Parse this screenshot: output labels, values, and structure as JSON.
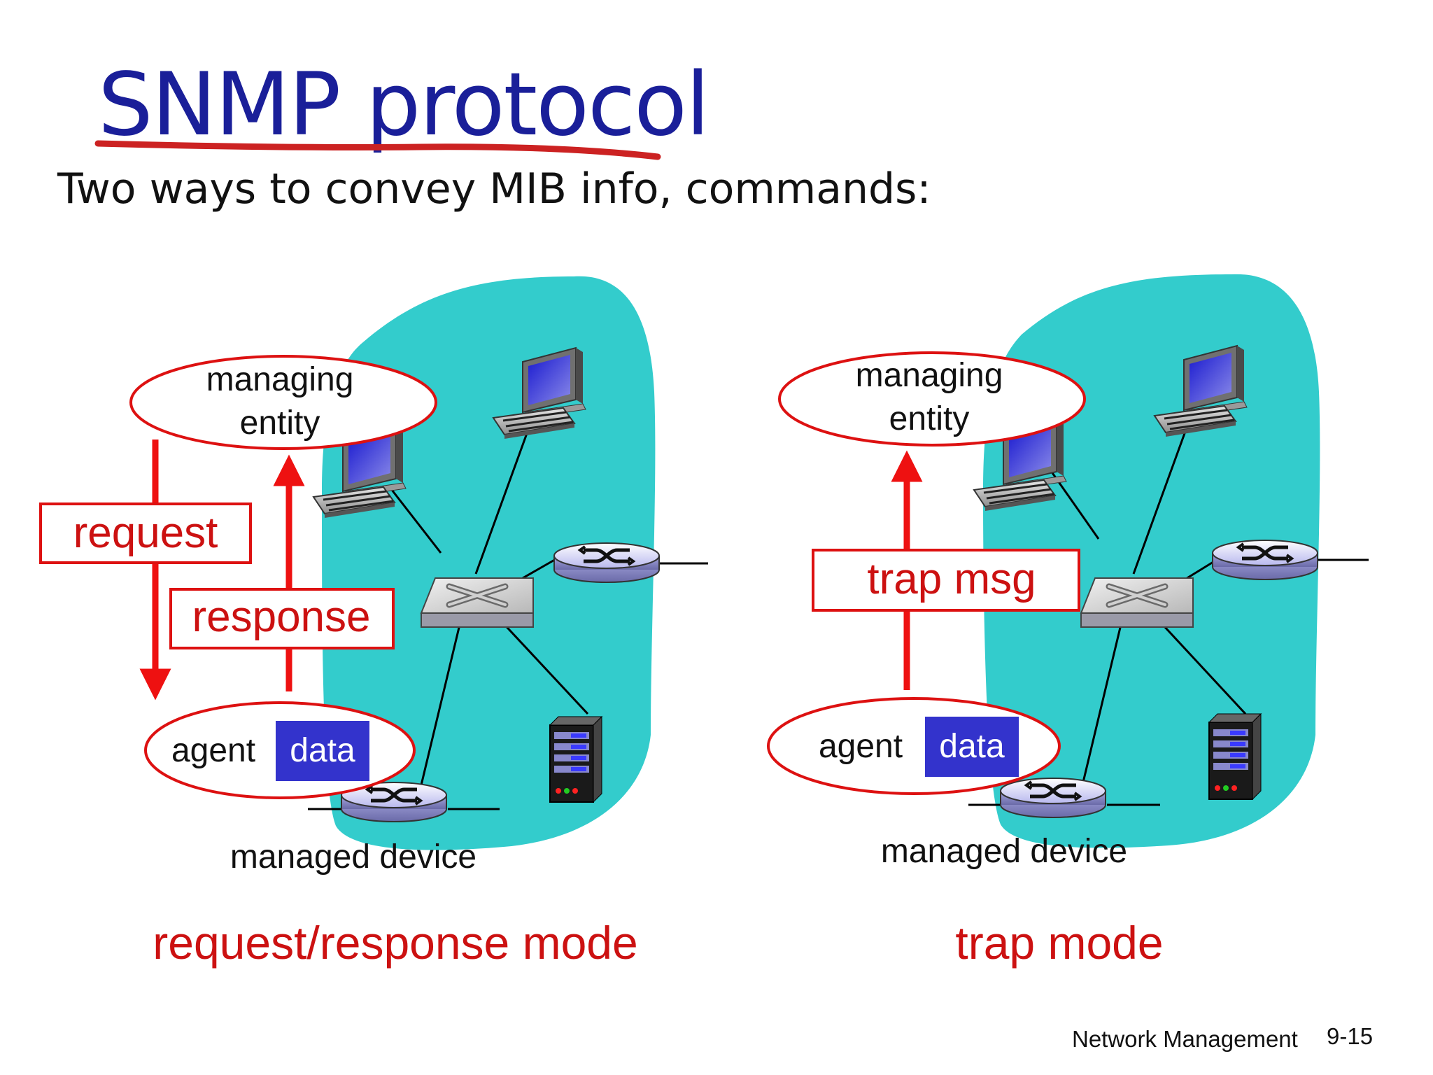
{
  "slide": {
    "title": "SNMP protocol",
    "subtitle": "Two ways to convey MIB info, commands:",
    "footer": {
      "section": "Network Management",
      "page": "9-15"
    }
  },
  "left_panel": {
    "managing_entity": [
      "managing",
      "entity"
    ],
    "request_label": "request",
    "response_label": "response",
    "agent_label": "agent",
    "data_label": "data",
    "managed_device_label": "managed device",
    "mode_caption": "request/response mode"
  },
  "right_panel": {
    "managing_entity": [
      "managing",
      "entity"
    ],
    "trap_label": "trap msg",
    "agent_label": "agent",
    "data_label": "data",
    "managed_device_label": "managed device",
    "mode_caption": "trap mode"
  },
  "colors": {
    "title": "#1a1f99",
    "accent_red": "#cc1111",
    "network_cloud": "#33cccc",
    "data_box": "#3333cc"
  }
}
